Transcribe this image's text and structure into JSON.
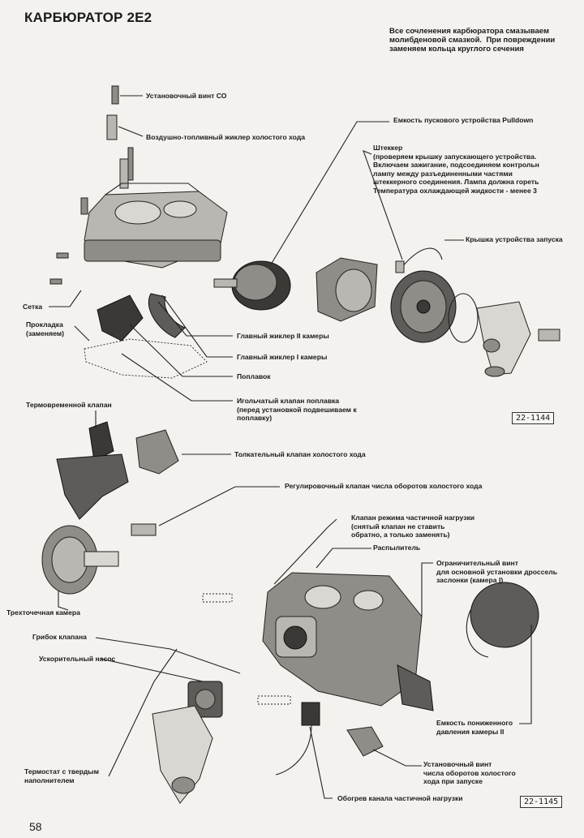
{
  "title": "КАРБЮРАТОР 2Е2",
  "note": "Все сочленения карбюратора смазываем\nмолибденовой смазкой.  При повреждении\nзаменяем кольца круглого сечения",
  "labels": {
    "co_screw": "Установочный винт СО",
    "idle_jet": "Воздушно-топливный жиклер холостого хода",
    "pulldown": "Емкость пускового устройства Pulldown",
    "plug": "Штеккер\n(проверяем крышку запускающего устройства.\nВключаем зажигание, подсоединяем контрольн\nлампу между разъединенными частями\nштеккерного соединения. Лампа должна гореть\nТемпература охлаждающей жидкости - менее 3",
    "starter_cover": "Крышка устройства запуска",
    "screen": "Сетка",
    "gasket": "Прокладка\n(заменяем)",
    "main_jet_2": "Главный жиклер II камеры",
    "main_jet_1": "Главный жиклер I камеры",
    "float": "Поплавок",
    "needle_valve": "Игольчатый клапан поплавка\n(перед установкой подвешиваем к\nпоплавку)",
    "thermo_valve": "Термовременной клапан",
    "idle_cutoff": "Толкательный клапан холостого хода",
    "idle_speed_valve": "Регулировочный клапан числа оборотов холостого хода",
    "part_load_valve": "Клапан режима частичной нагрузки\n(снятый клапан не ставить\nобратно, а только заменять)",
    "atomizer": "Распылитель",
    "limit_screw": "Ограничительный винт\nдля основной установки дроссель\nзаслонки (камера I)",
    "three_point": "Трехточечная камера",
    "valve_mushroom": "Грибок клапана",
    "accel_pump": "Ускорительный насос",
    "vacuum_unit": "Емкость пониженного\nдавления камеры II",
    "thermostat": "Термостат с твердым\nнаполнителем",
    "adjust_screw": "Установочный винт\nчисла оборотов холостого\nхода при запуске",
    "heater": "Обогрев канала частичной нагрузки"
  },
  "refs": {
    "top": "22-1144",
    "bottom": "22-1145"
  },
  "page_number": "58"
}
